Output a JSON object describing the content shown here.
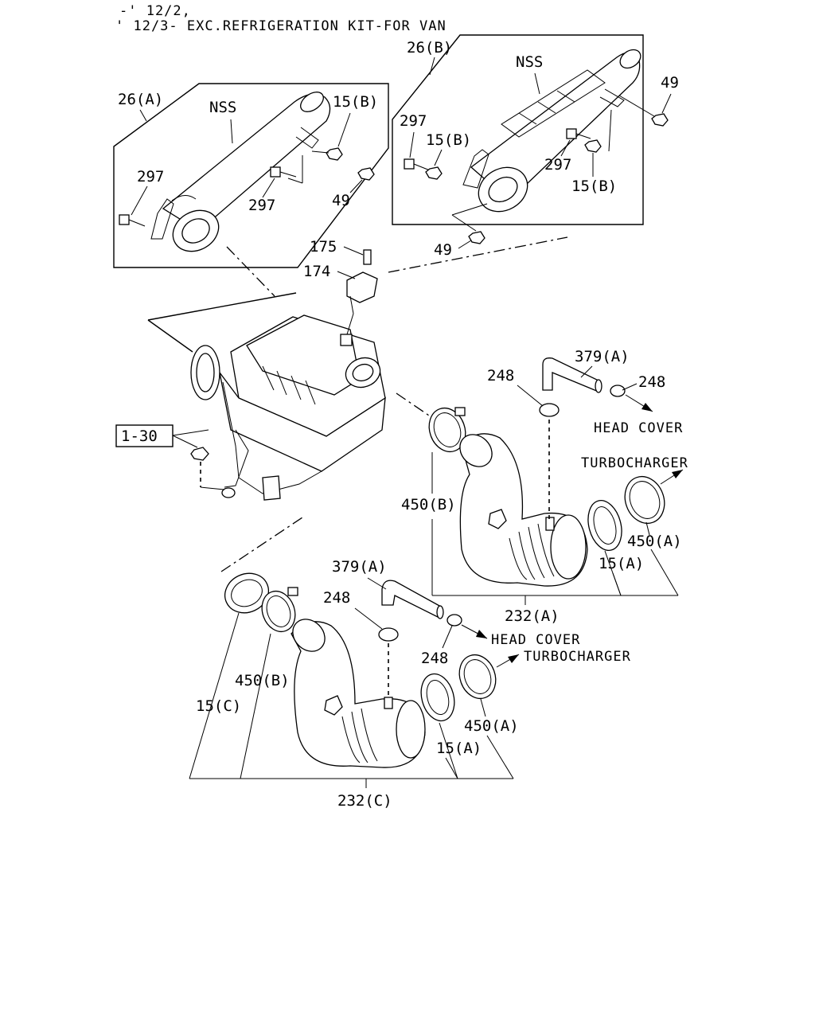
{
  "header": {
    "line1": "-' 12/2,",
    "line2": "' 12/3- EXC.REFRIGERATION KIT-FOR VAN"
  },
  "labels": {
    "p26a": "26(A)",
    "p26b": "26(B)",
    "nss_a": "NSS",
    "nss_b": "NSS",
    "p15b_a": "15(B)",
    "p297_a1": "297",
    "p297_a2": "297",
    "p49_a": "49",
    "p297_b1": "297",
    "p15b_b1": "15(B)",
    "p49_b1": "49",
    "p297_b2": "297",
    "p15b_b2": "15(B)",
    "p49_b2": "49",
    "p175": "175",
    "p174": "174",
    "p1_30": "1-30",
    "p248_1": "248",
    "p379a_1": "379(A)",
    "p248_2": "248",
    "head_cover_1": "HEAD COVER",
    "turbo_1": "TURBOCHARGER",
    "p450b_1": "450(B)",
    "p450a_1": "450(A)",
    "p15a_1": "15(A)",
    "p232a": "232(A)",
    "p379a_2": "379(A)",
    "p248_3": "248",
    "p248_4": "248",
    "head_cover_2": "HEAD COVER",
    "turbo_2": "TURBOCHARGER",
    "p450b_2": "450(B)",
    "p15c": "15(C)",
    "p450a_2": "450(A)",
    "p15a_2": "15(A)",
    "p232c": "232(C)"
  }
}
